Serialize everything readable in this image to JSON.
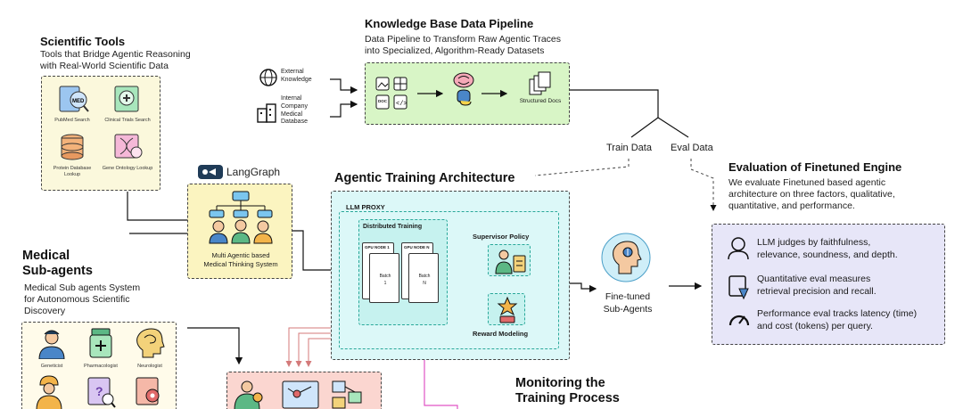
{
  "scientific_tools": {
    "title": "Scientific Tools",
    "subtitle_line1": "Tools that Bridge Agentic Reasoning",
    "subtitle_line2": "with Real-World Scientific Data",
    "tools": [
      "PubMed Search",
      "Clinical Trials Search",
      "Protein Database Lookup",
      "Gene Ontology Lookup"
    ]
  },
  "pipeline": {
    "title": "Knowledge Base Data Pipeline",
    "subtitle_line1": "Data Pipeline to Transform Raw Agentic Traces",
    "subtitle_line2": "into Specialized, Algorithm-Ready Datasets",
    "external_line1": "External",
    "external_line2": "Knowledge",
    "internal_line1": "Internal",
    "internal_line2": "Company",
    "internal_line3": "Medical",
    "internal_line4": "Database",
    "doc_label": "DOC",
    "structured_docs": "Structured Docs"
  },
  "split": {
    "train": "Train Data",
    "eval": "Eval Data"
  },
  "langgraph": {
    "brand": "LangGraph",
    "system_line1": "Multi Agentic based",
    "system_line2": "Medical Thinking System"
  },
  "training": {
    "title": "Agentic Training Architecture",
    "proxy": "LLM PROXY",
    "distributed": "Distributed Training",
    "gpu1": "GPU NODE 1",
    "gpun": "GPU NODE N",
    "batch_word": "Batch",
    "batch1": "1",
    "batchn": "N",
    "supervisor": "Supervisor Policy",
    "reward": "Reward Modeling"
  },
  "finetuned": {
    "line1": "Fine-tuned",
    "line2": "Sub-Agents"
  },
  "evaluation": {
    "title": "Evaluation of Finetuned  Engine",
    "desc_line1": "We evaluate Finetuned based agentic",
    "desc_line2": "architecture on three factors, qualitative,",
    "desc_line3": "quantitative, and performance.",
    "item1_line1": "LLM judges by faithfulness,",
    "item1_line2": "relevance, soundness, and depth.",
    "item2_line1": "Quantitative eval measures",
    "item2_line2": "retrieval precision and recall.",
    "item3_line1": "Performance eval tracks latency (time)",
    "item3_line2": "and cost (tokens) per query."
  },
  "medical": {
    "title_line1": "Medical",
    "title_line2": "Sub-agents",
    "desc_line1": "Medical Sub agents System",
    "desc_line2": "for Autonomous Scientific",
    "desc_line3": "Discovery",
    "agents": [
      "Geneticist",
      "Pharmacologist",
      "Neurologist"
    ]
  },
  "monitoring": {
    "title_line1": "Monitoring the",
    "title_line2": "Training Process"
  },
  "colors": {
    "tools_bg": "#fbf8dc",
    "pipeline_bg": "#d8f5c6",
    "langgraph_bg": "#fbf4c0",
    "training_bg": "#dcf8f8",
    "inner_bg": "#c6f2ef",
    "eval_bg": "#e7e6f8",
    "monitor_bg": "#fbd6d0",
    "pink_line": "#e055c5",
    "red_line": "#d47a7a"
  }
}
